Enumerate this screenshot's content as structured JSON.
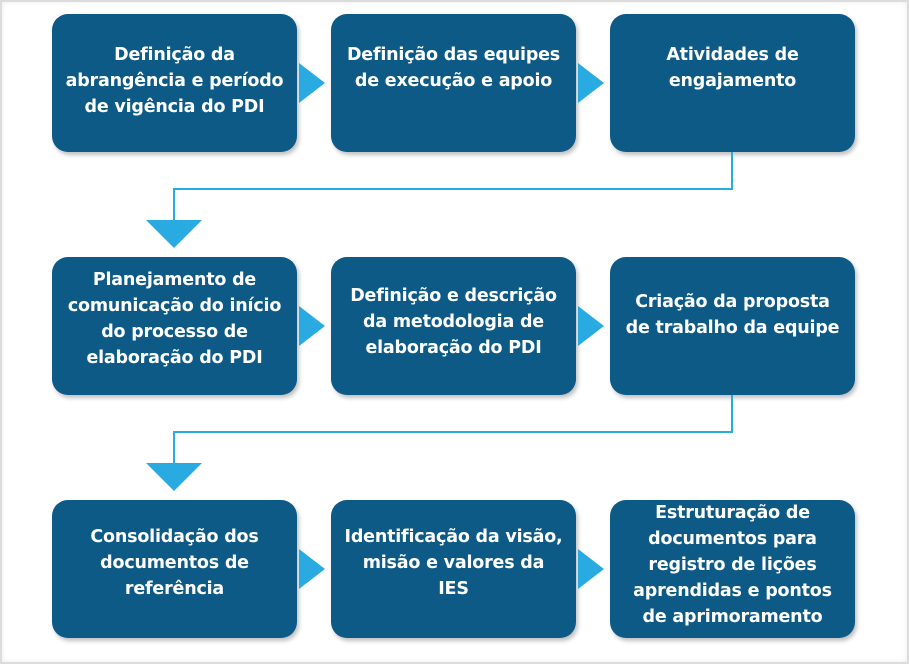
{
  "diagram": {
    "steps": [
      {
        "text": "Definição da\nabrangência e período\nde vigência do PDI"
      },
      {
        "text": "Definição das equipes\nde execução e apoio"
      },
      {
        "text": "Atividades de\nengajamento"
      },
      {
        "text": "Planejamento de\ncomunicação do início\ndo processo de\nelaboração do PDI"
      },
      {
        "text": "Definição e descrição\nda metodologia de\nelaboração do PDI"
      },
      {
        "text": "Criação da proposta\nde trabalho da equipe"
      },
      {
        "text": "Consolidação dos\ndocumentos de\nreferência"
      },
      {
        "text": "Identificação da visão,\nmisão e valores da\nIES"
      },
      {
        "text": "Estruturação de\ndocumentos para\nregistro de lições\naprendidas e pontos\nde aprimoramento"
      }
    ],
    "colors": {
      "box": "#0d5a87",
      "arrow": "#29abe2",
      "text": "#ffffff"
    }
  }
}
